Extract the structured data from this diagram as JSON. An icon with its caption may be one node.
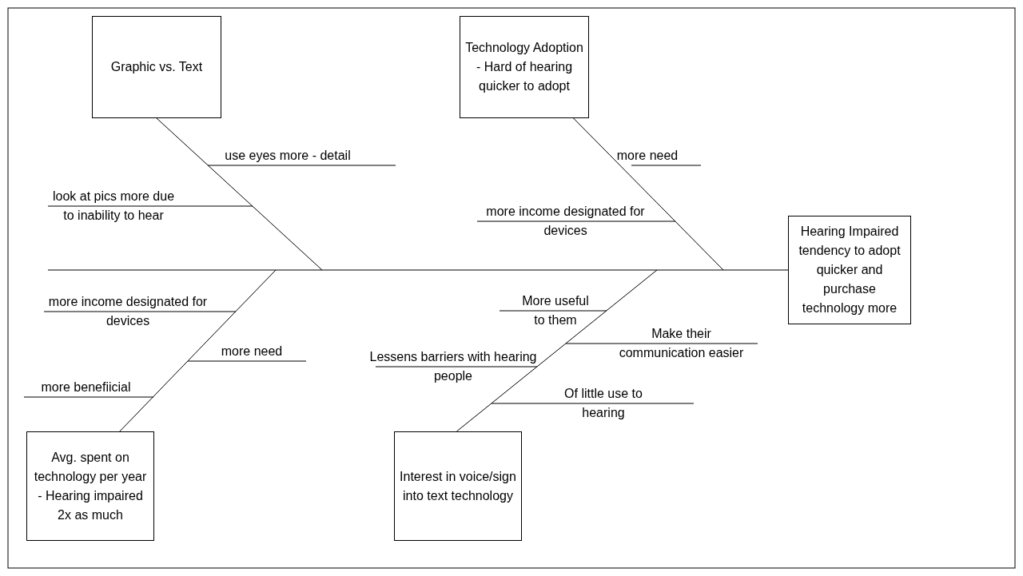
{
  "diagram": {
    "nodes": [
      {
        "text": [
          "Graphic vs. Text"
        ]
      },
      {
        "text": [
          "Technology Adoption - Hard of hearing quicker to adopt"
        ]
      },
      {
        "text": [
          "Hearing Impaired tendency to adopt quicker and purchase technology more"
        ]
      },
      {
        "text": [
          "Avg. spent on technology per year - Hearing impaired 2x as much"
        ]
      },
      {
        "text": [
          "Interest in voice/sign into text technology"
        ]
      }
    ],
    "edges": [
      {
        "from": null,
        "to": 2,
        "arrow": "none"
      },
      {
        "from": 0,
        "to": null,
        "arrow": "none"
      },
      {
        "from": 1,
        "to": null,
        "arrow": "none"
      },
      {
        "from": 3,
        "to": null,
        "arrow": "none"
      },
      {
        "from": 4,
        "to": null,
        "arrow": "none"
      }
    ],
    "labels": [
      "use eyes more - detail",
      "more need",
      "look at pics more due to inability to hear",
      "more income designated for devices",
      "more income designated for devices",
      "More useful to them",
      "Make their communication easier",
      "more need",
      "Lessens barriers with hearing people",
      "more benefiicial",
      "Of little use to hearing"
    ]
  }
}
